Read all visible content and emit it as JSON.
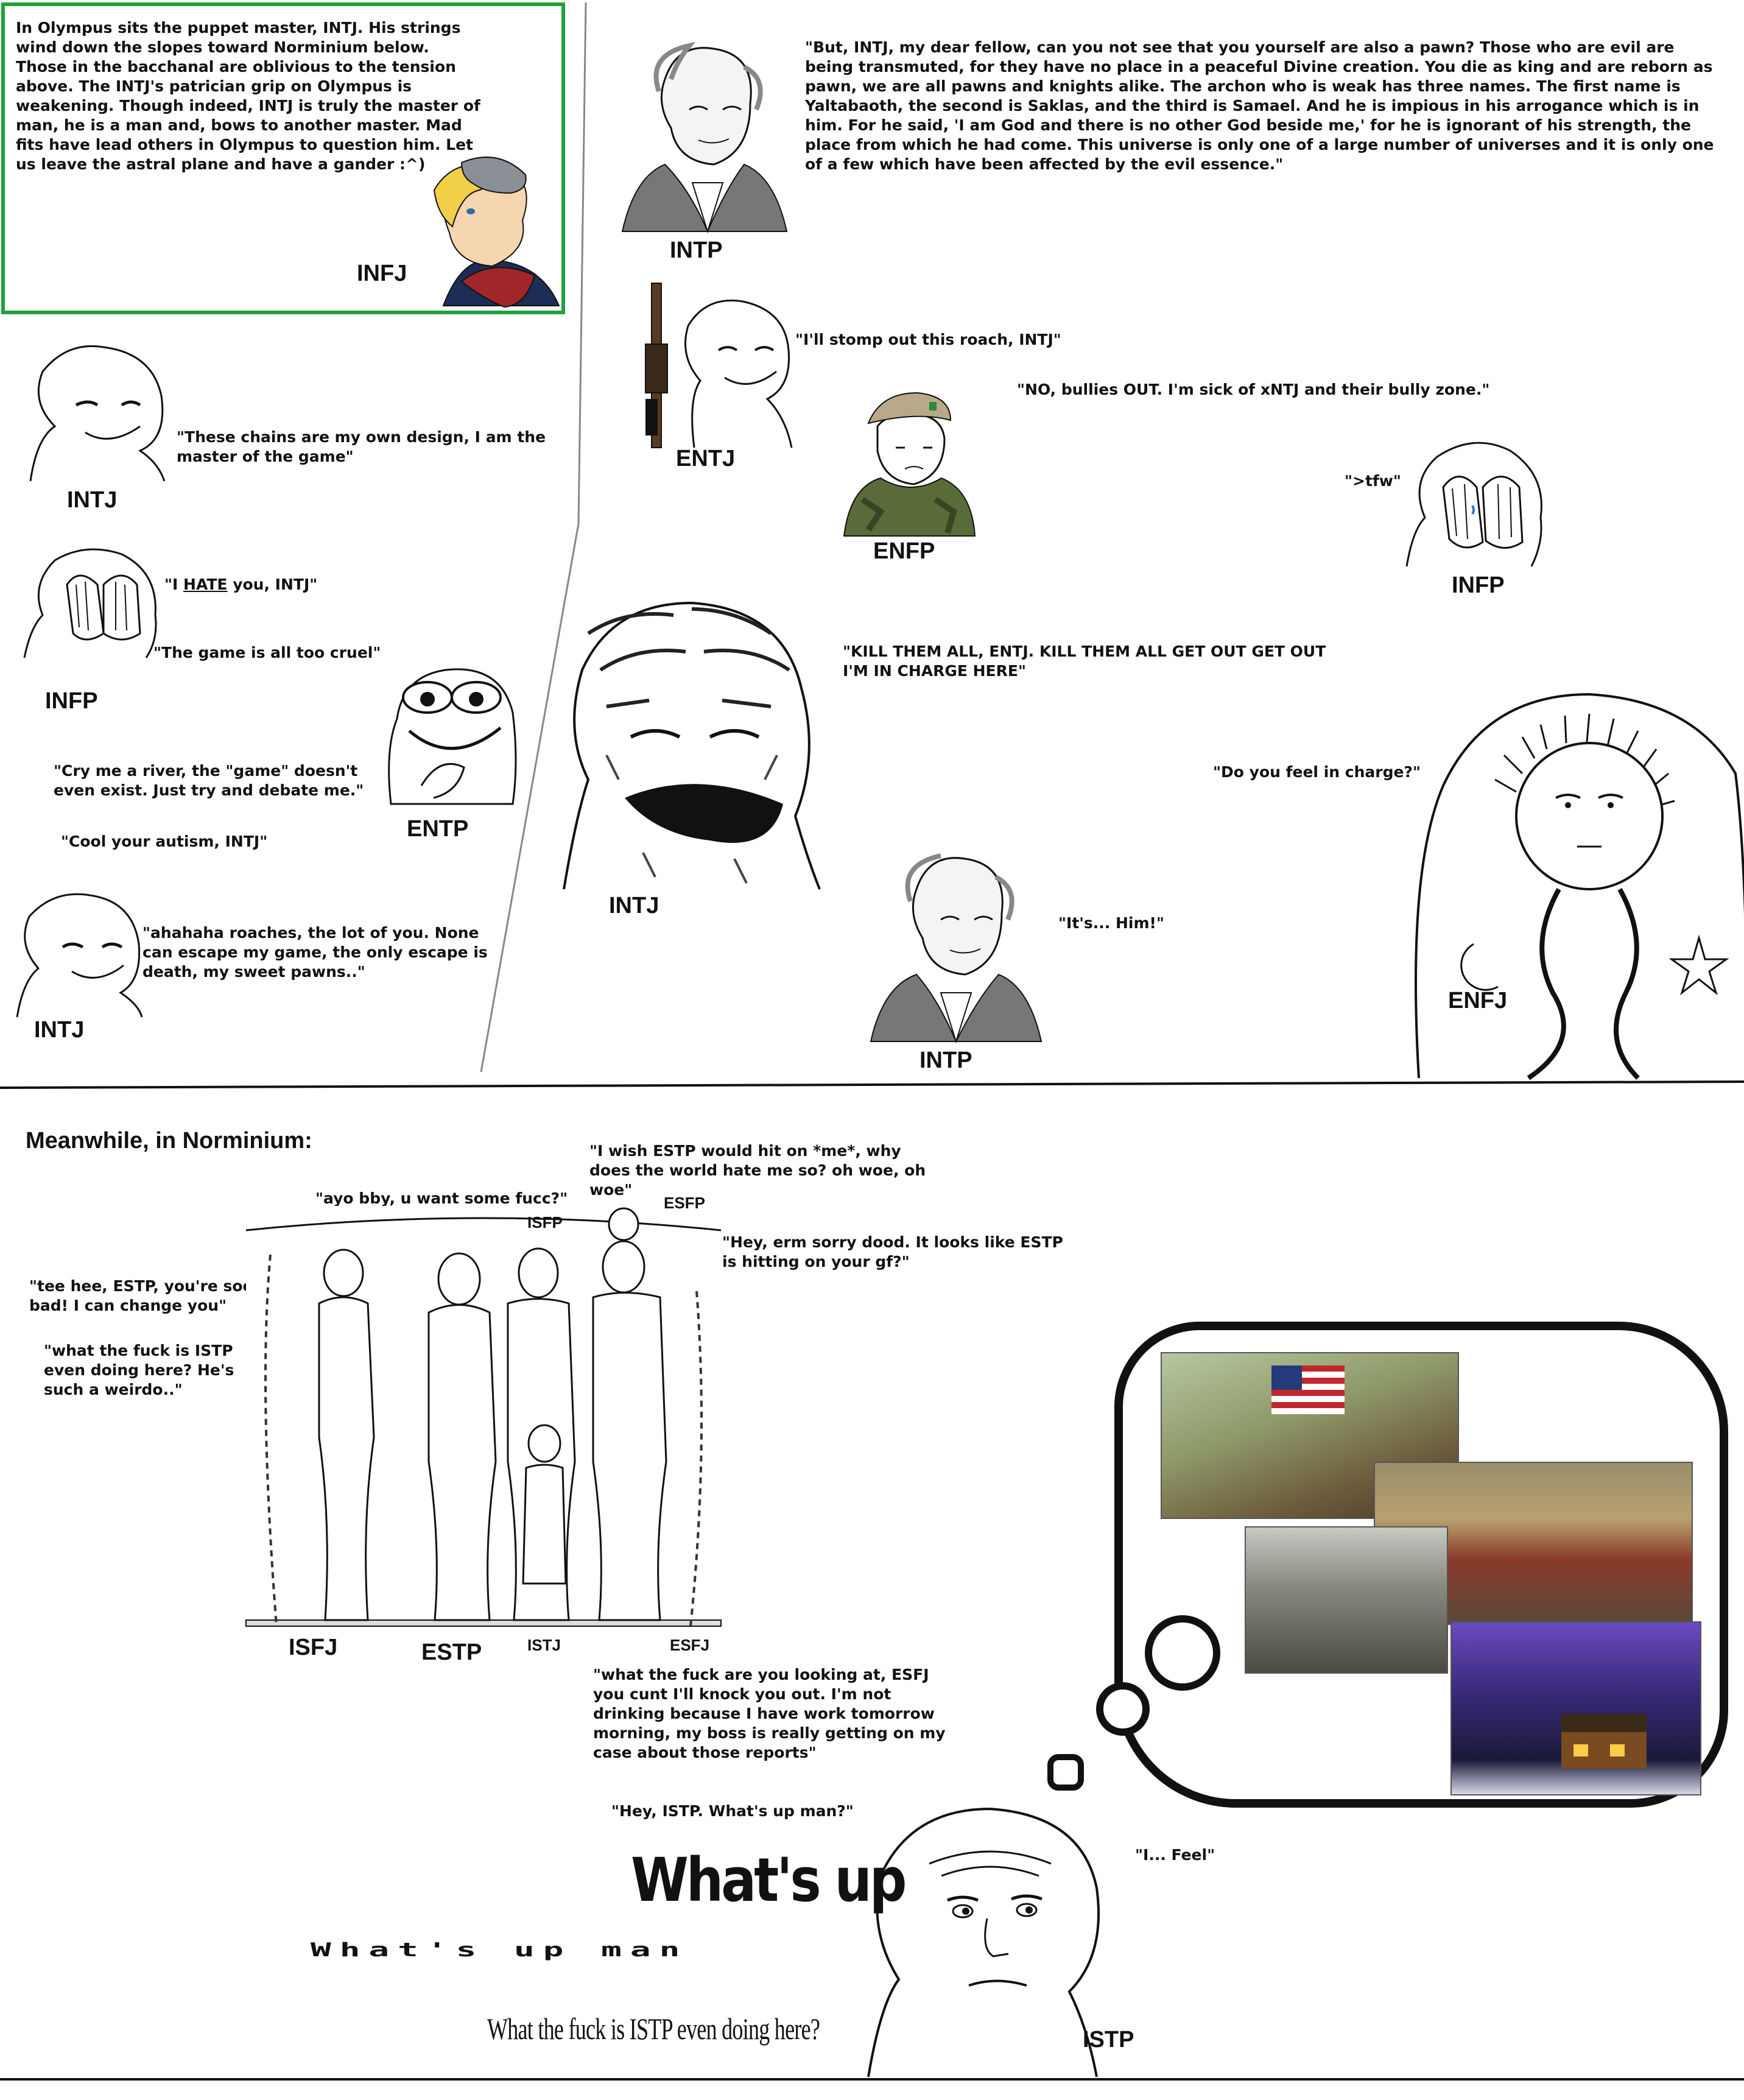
{
  "olympus": {
    "narration": "In Olympus sits the puppet master, INTJ. His strings wind down the slopes toward Norminium below. Those in the bacchanal are oblivious to the tension above. The INTJ's patrician grip on Olympus is weakening. Though indeed, INTJ is truly the master of man, he is a man and, bows to another master. Mad fits have lead others in Olympus to question him. Let us leave the astral plane and have a gander :^)",
    "narrator_label": "INFJ",
    "intj1": {
      "label": "INTJ",
      "quote": "\"These chains are my own design, I am the master of the game\""
    },
    "infp1": {
      "label": "INFP",
      "quote1_pre": "\"I ",
      "quote1_hate": "HATE",
      "quote1_post": " you, INTJ\"",
      "quote2": "\"The game is all too cruel\""
    },
    "entp": {
      "label": "ENTP",
      "quote1": "\"Cry me a river, the \"game\" doesn't even exist. Just try and debate me.\"",
      "quote2": "\"Cool your autism, INTJ\""
    },
    "intj2": {
      "label": "INTJ",
      "quote": "\"ahahaha roaches, the lot of you. None can escape my game, the only escape is death, my sweet pawns..\""
    },
    "intp1": {
      "label": "INTP",
      "quote": "\"But, INTJ, my dear fellow, can you not see that you  yourself are also a pawn? Those who are evil are being transmuted, for they have no place in a peaceful Divine creation. You die as king and are reborn as pawn, we are all pawns and knights alike. The archon who is weak has three names. The first name is Yaltabaoth, the second is Saklas, and the third is Samael. And he is impious in his arrogance which is in him. For he said, 'I am God and there is no other God beside me,' for he is ignorant of his strength, the place from which he had come.  This universe is only one of a large number of universes and it is only one of a few which have been affected by the evil essence.\""
    },
    "entj": {
      "label": "ENTJ",
      "quote": "\"I'll stomp out this roach, INTJ\""
    },
    "enfp": {
      "label": "ENFP",
      "quote": "\"NO, bullies OUT. I'm sick of xNTJ and their bully zone.\""
    },
    "infp2": {
      "label": "INFP",
      "quote": "\">tfw\""
    },
    "intj3": {
      "label": "INTJ",
      "quote": "\"KILL THEM ALL, ENTJ. KILL THEM ALL GET OUT GET OUT I'M IN CHARGE HERE\""
    },
    "enfj": {
      "label": "ENFJ",
      "quote": "\"Do you feel in charge?\""
    },
    "intp2": {
      "label": "INTP",
      "quote": "\"It's... Him!\""
    }
  },
  "norminium": {
    "heading": "Meanwhile, in Norminium:",
    "esfp_quote": "\"I wish ESTP would hit on *me*, why does the world hate me so? oh woe, oh woe\"",
    "isfp_quote": "\"ayo bby, u want some fucc?\"",
    "esfp_right_quote": "\"Hey, erm sorry dood. It looks like ESTP is hitting on your gf?\"",
    "isfj_quote1": "\"tee hee, ESTP, you're soo bad! I can change you\"",
    "isfj_quote2": "\"what the fuck is ISTP even doing here? He's such a weirdo..\"",
    "statue_labels": {
      "isfp": "ISFP",
      "esfp_top": "ESFP",
      "isfj": "ISFJ",
      "estp": "ESTP",
      "istj": "ISTJ",
      "esfj": "ESFJ"
    },
    "estp_quote": "\"what the fuck are you looking at, ESFJ you cunt I'll knock you out. I'm not drinking because I have work tomorrow morning, my boss is really getting on my case about those reports\"",
    "esfj_quote": "\"Hey, ISTP. What's up man?\"",
    "istp_quote": "\"I... Feel\"",
    "istp_label": "ISTP",
    "echo1": "What's up",
    "echo2": "What's up man",
    "echo3": "What the fuck is ISTP even doing here?"
  },
  "colors": {
    "narration_border": "#22a03a",
    "scarf": "#a0262a",
    "hair": "#f2cf49",
    "helmet": "#8a8f96",
    "soldier_green": "#5a6b3a"
  }
}
